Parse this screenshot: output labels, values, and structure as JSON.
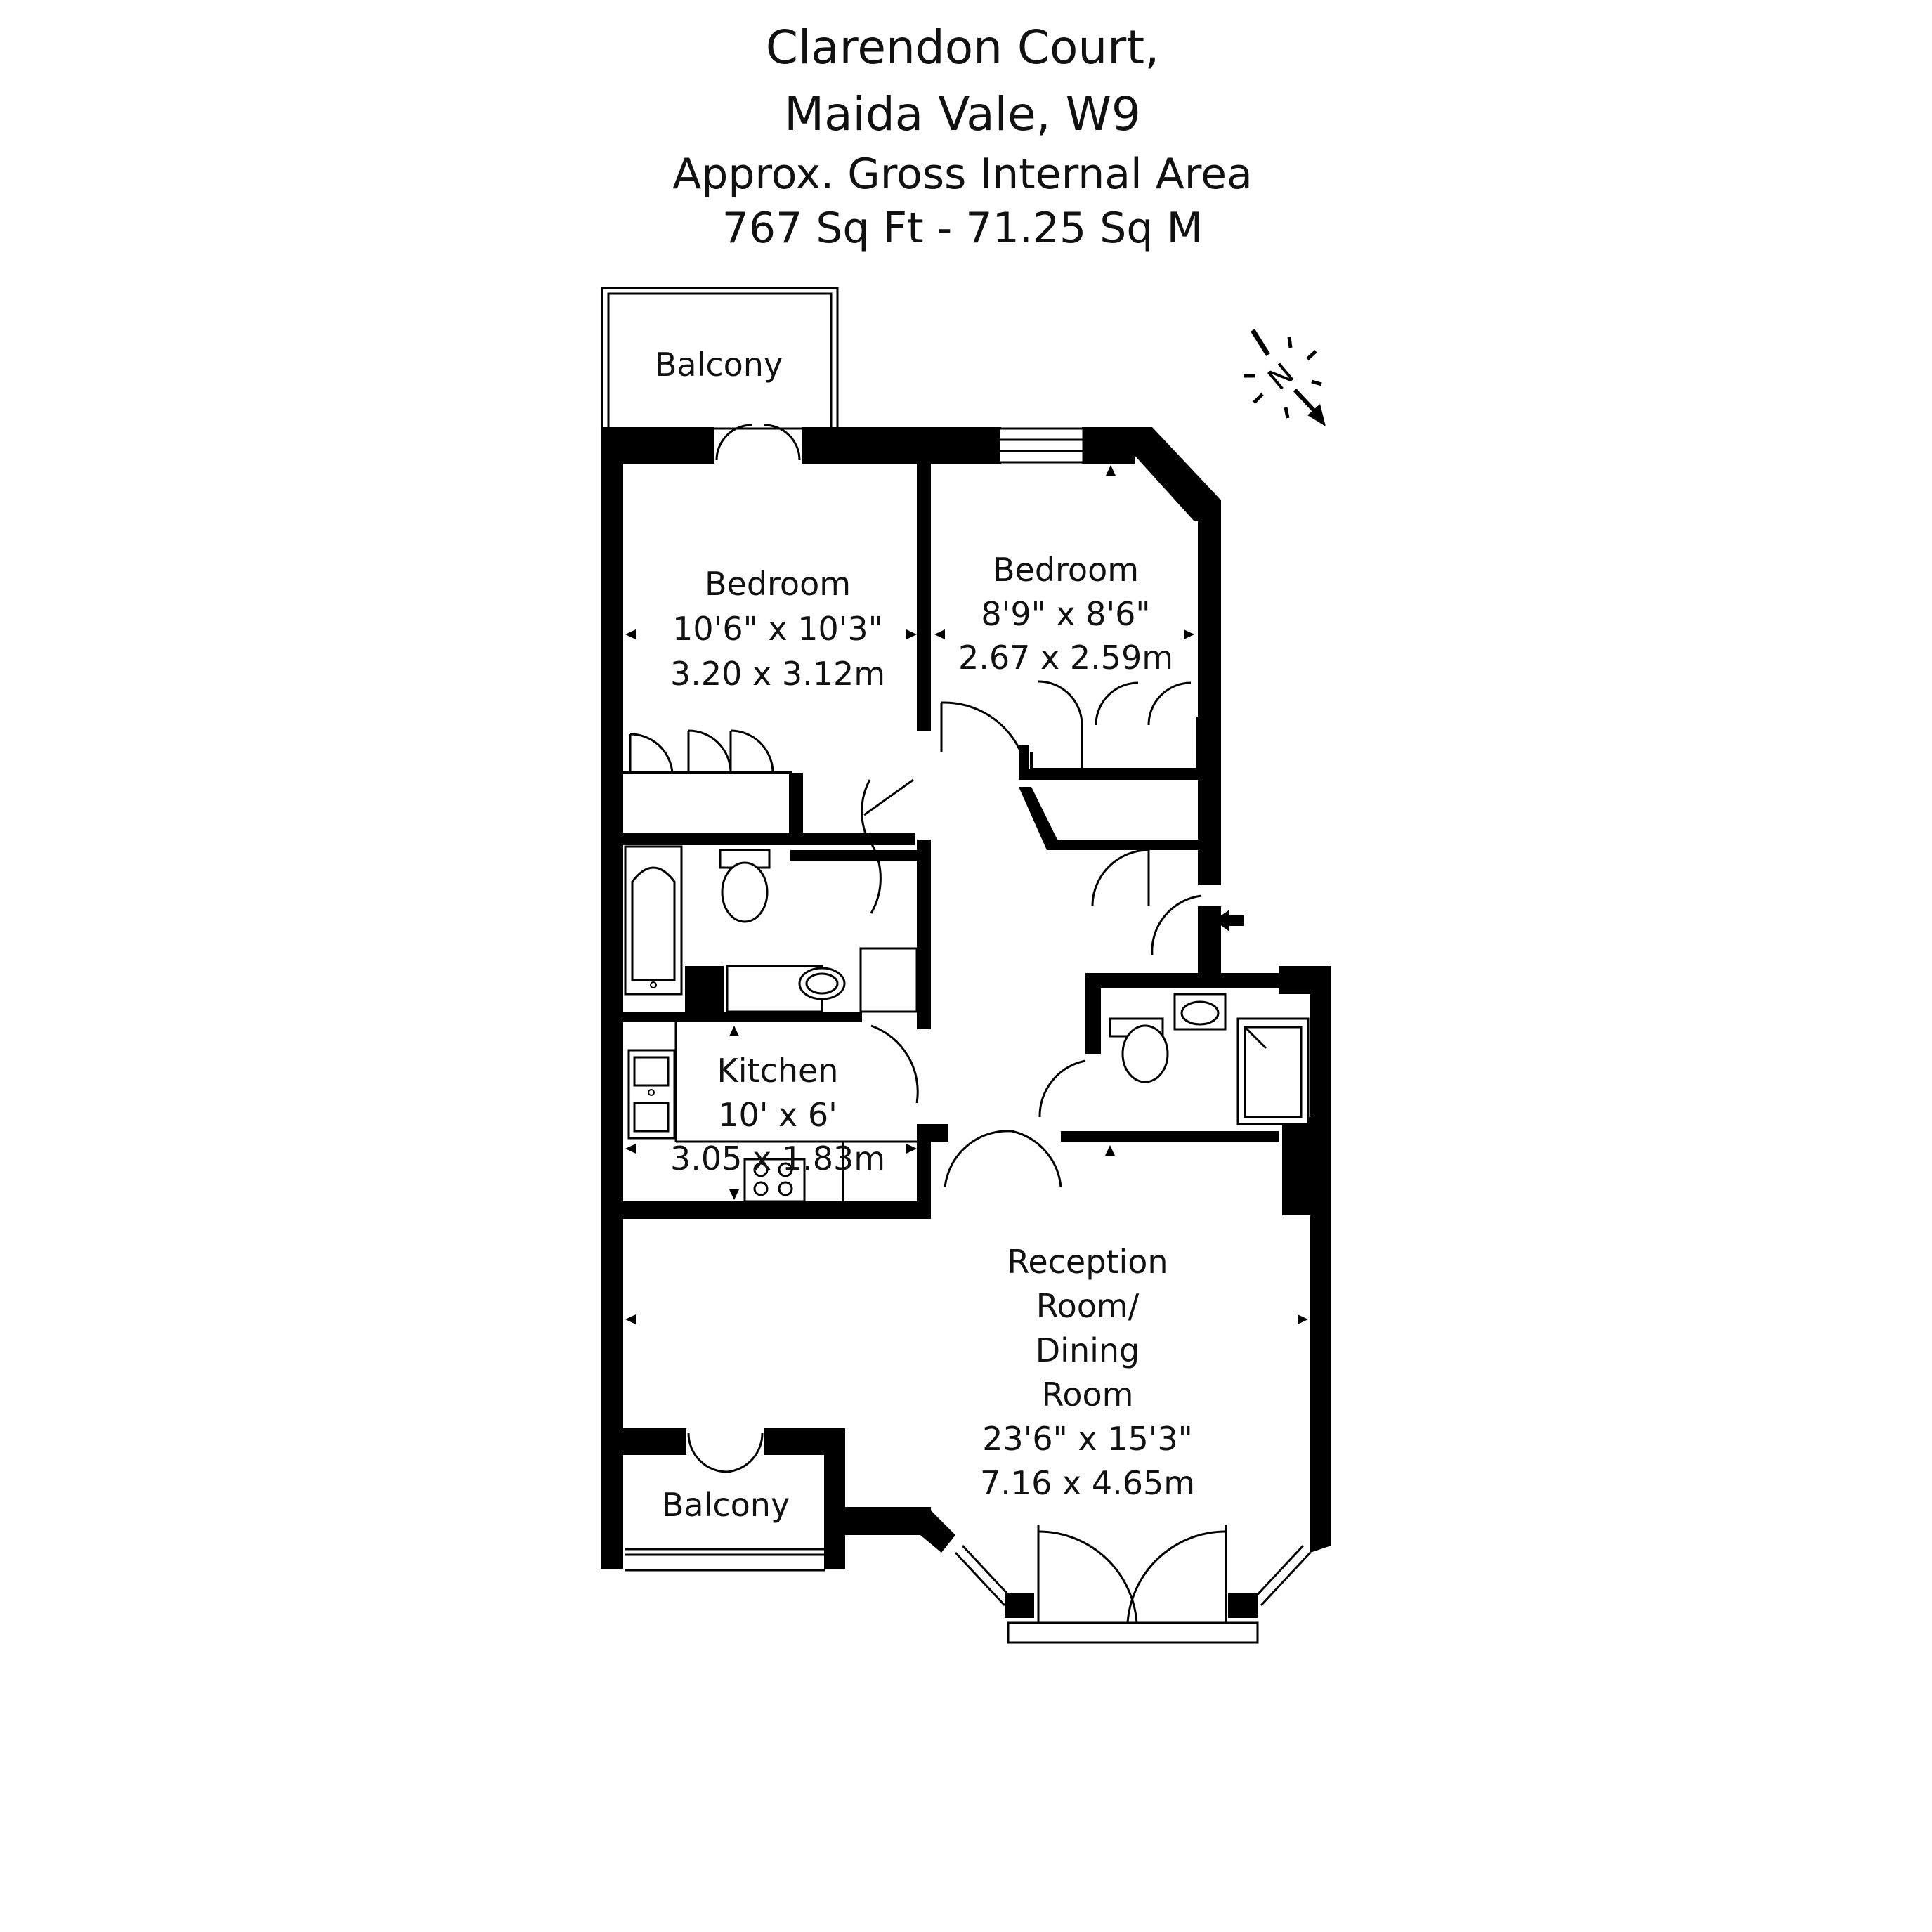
{
  "header": {
    "line1": "Clarendon Court,",
    "line2": "Maida Vale, W9",
    "line3": "Approx. Gross Internal Area",
    "line4": "767 Sq Ft  -  71.25 Sq M"
  },
  "compass": {
    "label": "N"
  },
  "rooms": {
    "balcony_top": {
      "name": "Balcony"
    },
    "bedroom1": {
      "name": "Bedroom",
      "dim_imperial": "10'6\" x 10'3\"",
      "dim_metric": "3.20 x 3.12m"
    },
    "bedroom2": {
      "name": "Bedroom",
      "dim_imperial": "8'9\" x 8'6\"",
      "dim_metric": "2.67 x 2.59m"
    },
    "kitchen": {
      "name": "Kitchen",
      "dim_imperial": "10' x 6'",
      "dim_metric": "3.05 x 1.83m"
    },
    "reception": {
      "name_lines": [
        "Reception",
        "Room/",
        "Dining",
        "Room"
      ],
      "dim_imperial": "23'6\" x 15'3\"",
      "dim_metric": "7.16 x 4.65m"
    },
    "balcony_bottom": {
      "name": "Balcony"
    }
  }
}
